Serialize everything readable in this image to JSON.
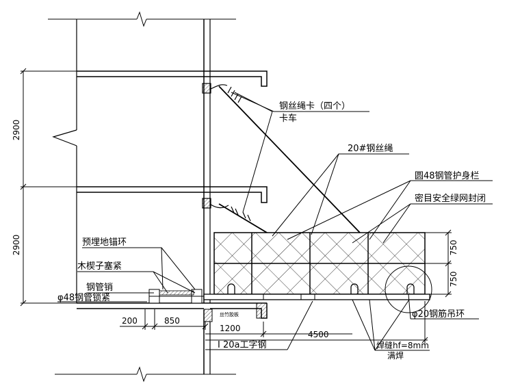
{
  "dimensions": {
    "floor_height_upper": "2900",
    "floor_height_lower": "2900",
    "rail_height_upper": "750",
    "rail_height_lower": "750",
    "anchor_offset": "200",
    "anchor_spacing": "850",
    "beam_to_wall": "1200",
    "platform_length": "4500"
  },
  "labels": {
    "wire_clip": "钢丝绳卡（四个）",
    "wire_clip_sub": "卡车",
    "wire_rope": "20#钢丝绳",
    "guard_rail": "圆48钢管护身栏",
    "safety_net": "密目安全绿网封闭",
    "embedded_ring": "预埋地锚环",
    "wood_wedge": "木楔子塞紧",
    "steel_pin": "钢管销",
    "pipe_lock": "φ48钢管锁紧",
    "lifting_ring": "φ20钢筋吊环",
    "i_beam": "I 20a工字钢",
    "weld": "焊缝hf=8mm",
    "weld_sub": "满焊",
    "toe_board": "丝竹胶板"
  }
}
